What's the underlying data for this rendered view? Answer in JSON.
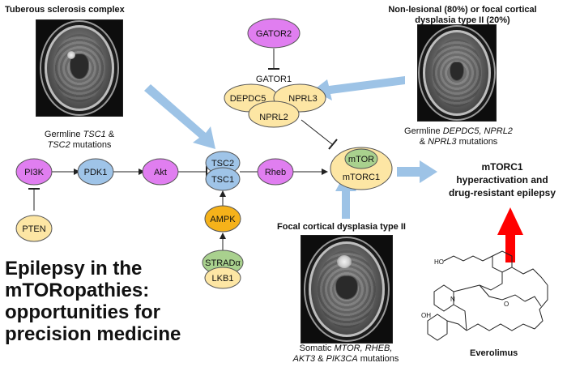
{
  "colors": {
    "magenta": "#e07ef0",
    "blue": "#9fc4e8",
    "yellow": "#fde6a4",
    "orange": "#f5b21a",
    "green": "#a9d18e",
    "arrow_light_blue": "#9dc3e6",
    "arrow_red": "#ff0000",
    "stroke": "#555555"
  },
  "nodes": {
    "gator2": "GATOR2",
    "gator1": "GATOR1",
    "depdc5": "DEPDC5",
    "nprl3": "NPRL3",
    "nprl2": "NPRL2",
    "pi3k": "PI3K",
    "pdk1": "PDK1",
    "akt": "Akt",
    "tsc2": "TSC2",
    "tsc1": "TSC1",
    "rheb": "Rheb",
    "mtor": "mTOR",
    "mtorc1": "mTORC1",
    "pten": "PTEN",
    "ampk": "AMPK",
    "strada": "STRADα",
    "lkb1": "LKB1"
  },
  "labels": {
    "tsc_title": "Tuberous sclerosis complex",
    "tsc_germ_1": "Germline ",
    "tsc_germ_tsc1": "TSC1",
    "tsc_germ_amp": " &",
    "tsc_germ_tsc2": "TSC2",
    "tsc_germ_2": " mutations",
    "nonlesional_line1": "Non-lesional (80%) or focal cortical",
    "nonlesional_line2": "dysplasia type II (20%)",
    "germ_depdc5_a": "Germline ",
    "germ_depdc5_genes": "DEPDC5, NPRL2",
    "germ_depdc5_amp": "& ",
    "germ_depdc5_nprl3": "NPRL3",
    "germ_depdc5_b": " mutations",
    "outcome_line1": "mTORC1",
    "outcome_line2": "hyperactivation and",
    "outcome_line3": "drug-resistant epilepsy",
    "fcd_title": "Focal cortical dysplasia type II",
    "somatic_a": "Somatic ",
    "somatic_genes1": "MTOR, RHEB,",
    "somatic_genes2": "AKT3",
    "somatic_amp": " & ",
    "somatic_genes3": "PIK3CA",
    "somatic_b": " mutations",
    "drug": "Everolimus",
    "title_line1": "Epilepsy in the",
    "title_line2": "mTORopathies:",
    "title_line3": "opportunities for",
    "title_line4": "precision medicine"
  },
  "structure_labels": {
    "ho": "HO",
    "o": "O",
    "n": "N",
    "oh": "OH"
  }
}
